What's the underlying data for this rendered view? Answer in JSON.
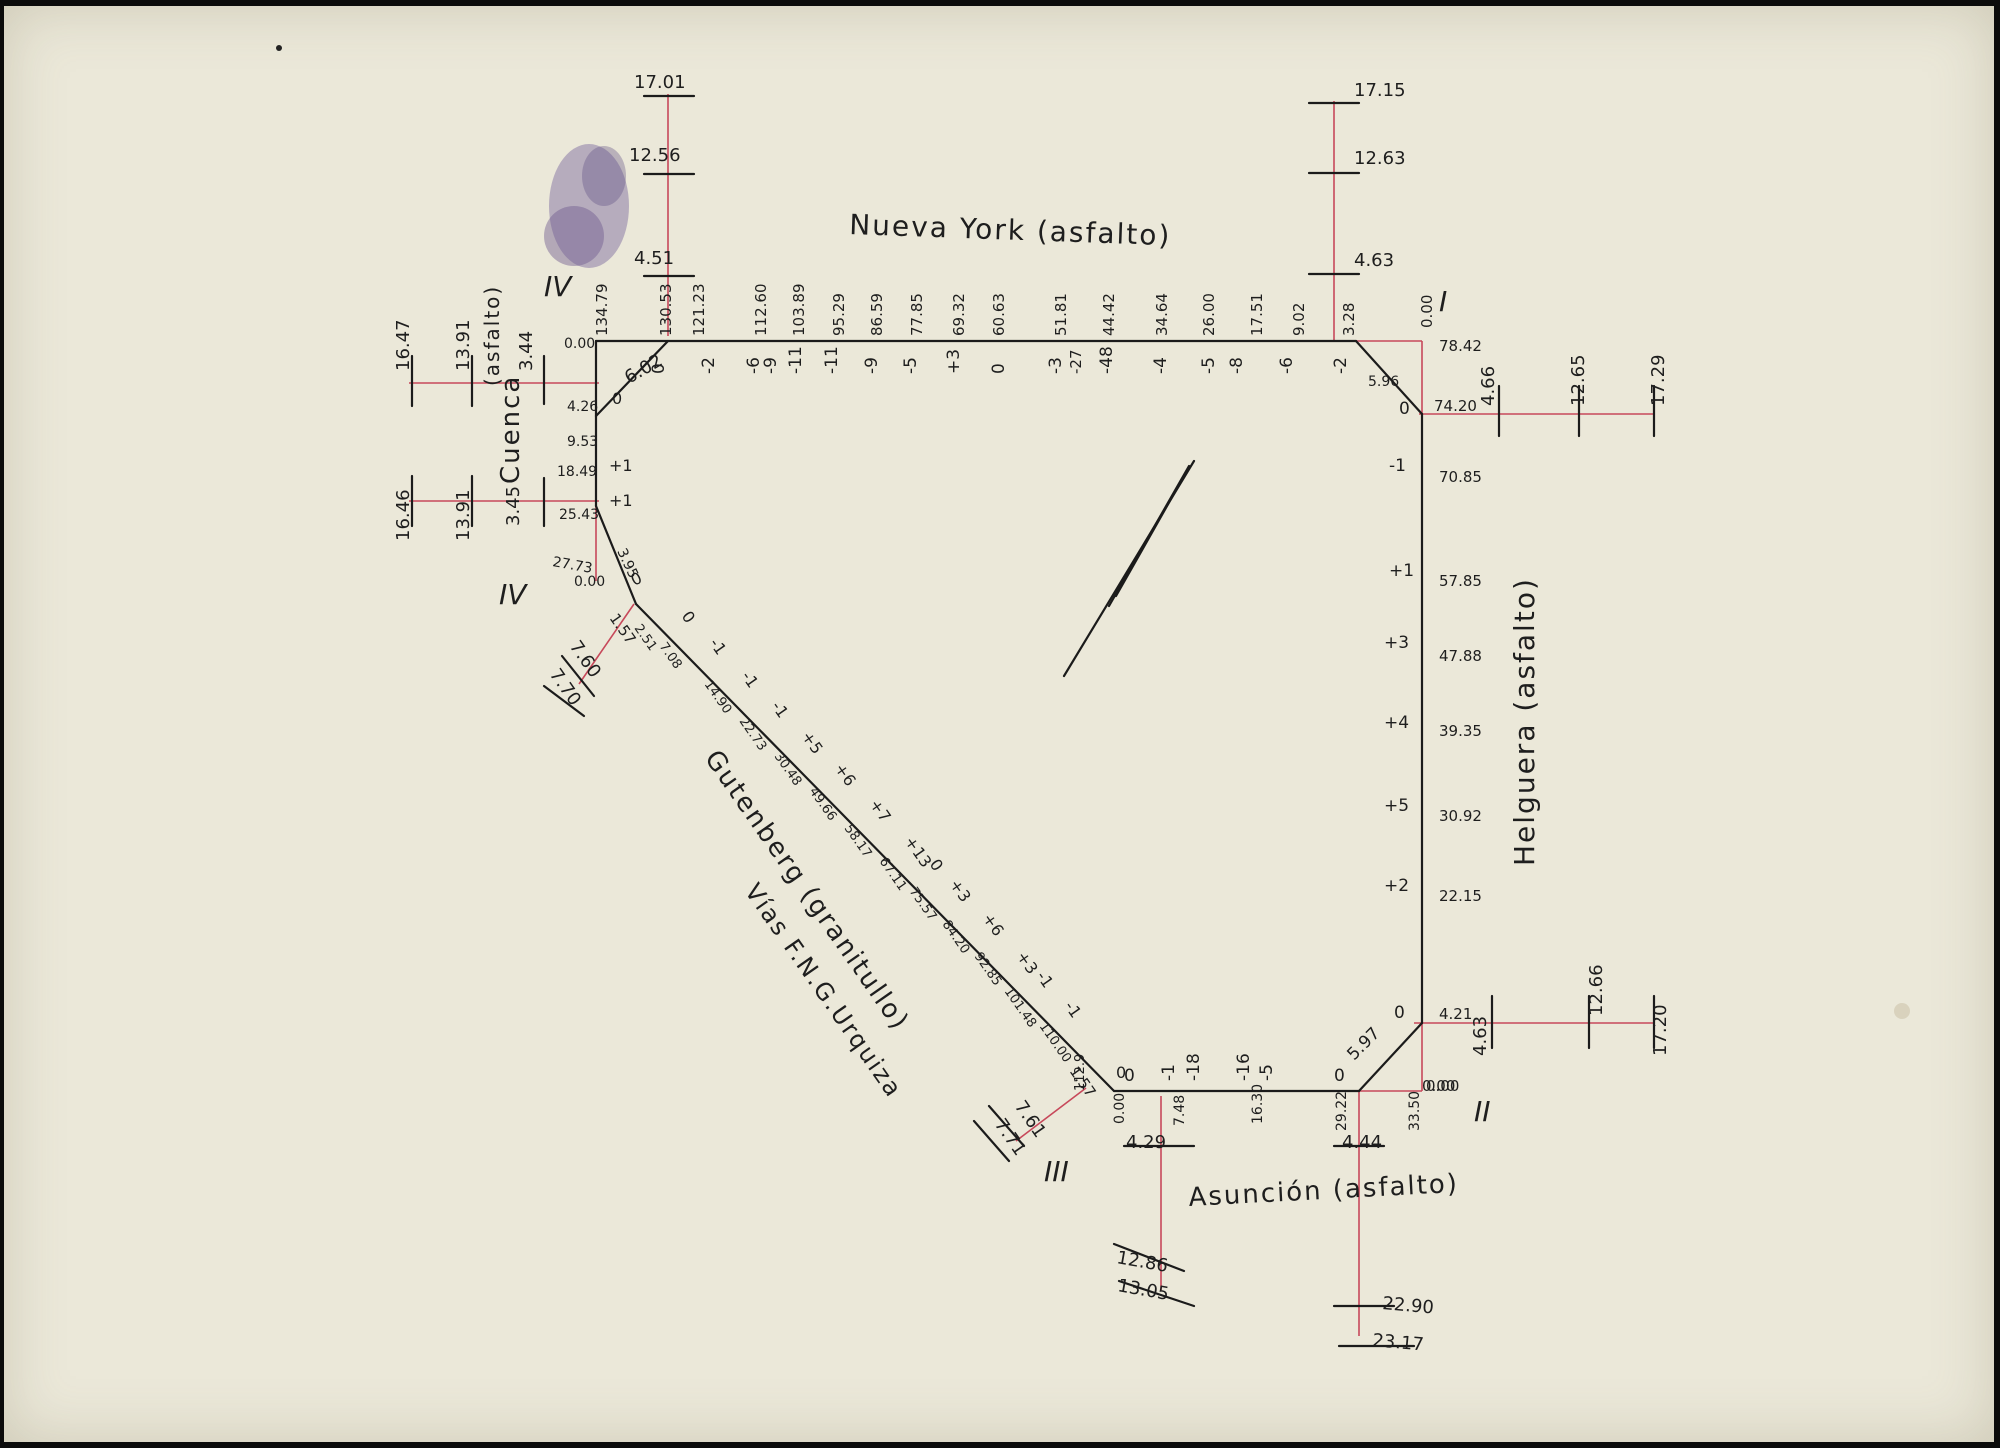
{
  "streets": {
    "nueva_york": "Nueva York (asfalto)",
    "helguera": "Helguera (asfalto)",
    "asuncion": "Asunción (asfalto)",
    "cuenca": "Cuenca (asfalto)",
    "cuenca_name": "Cuenca",
    "cuenca_surface": "(asfalto)",
    "gutenberg": "Gutenberg (granitullo)",
    "vias": "Vías F.N.G.Urquiza"
  },
  "corners": {
    "I": "I",
    "II": "II",
    "III": "III",
    "IV": "IV",
    "IV_alt": "IV"
  },
  "nueva_york": {
    "chainage": [
      "134.79",
      "130.53",
      "121.23",
      "112.60",
      "103.89",
      "95.29",
      "86.59",
      "77.85",
      "69.32",
      "60.63",
      "51.81",
      "44.42",
      "34.64",
      "26.00",
      "17.51",
      "9.02",
      "3.28",
      "0.00"
    ],
    "grades": [
      "0",
      "-2",
      "-6",
      "-9",
      "-11",
      "-11",
      "-9",
      "-5",
      "+3",
      "0",
      "-3",
      "-27",
      "-48",
      "-4",
      "-5",
      "-8",
      "-6",
      "-2"
    ],
    "cross_top_left": [
      "17.01",
      "12.56",
      "4.51"
    ],
    "cross_top_right": [
      "17.15",
      "12.63",
      "4.63"
    ],
    "diag_left": "6.02",
    "diag_right": "5.96"
  },
  "helguera": {
    "chainage": [
      "78.42",
      "74.20",
      "70.85",
      "57.85",
      "47.88",
      "39.35",
      "30.92",
      "22.15",
      "4.21",
      "0.00"
    ],
    "grades": [
      "0",
      "-1",
      "+1",
      "+3",
      "+4",
      "+5",
      "+2",
      "0"
    ],
    "cross_top": [
      "4.66",
      "12.65",
      "17.29"
    ],
    "cross_bottom": [
      "4.63",
      "12.66",
      "17.20"
    ]
  },
  "asuncion": {
    "chainage": [
      "0.00",
      "7.48",
      "16.30",
      "29.22",
      "33.50"
    ],
    "grades": [
      "0",
      "-1",
      "-18",
      "-16",
      "-5",
      "0"
    ],
    "cross_left": [
      "4.29",
      "12.86",
      "13.05"
    ],
    "cross_right": [
      "4.44",
      "22.90",
      "23.17"
    ],
    "diag": "5.97",
    "corner_val": "0.00"
  },
  "cuenca": {
    "chainage": [
      "0.00",
      "4.26",
      "9.53",
      "18.49",
      "25.43",
      "27.73",
      "0.00"
    ],
    "grades": [
      "0",
      "+1",
      "+1"
    ],
    "cross_top": [
      "3.44",
      "13.91",
      "16.47"
    ],
    "cross_bottom": [
      "3.45",
      "13.91",
      "16.46"
    ],
    "diag": "3.95",
    "diag_grade": "0"
  },
  "gutenberg": {
    "chainage": [
      "2.51",
      "7.08",
      "14.90",
      "22.73",
      "30.48",
      "49.66",
      "58.17",
      "67.11",
      "75.57",
      "84.20",
      "92.85",
      "101.48",
      "110.00",
      "112.9"
    ],
    "grades": [
      "0",
      "-1",
      "-1",
      "-1",
      "+5",
      "+6",
      "+7",
      "+13",
      "0",
      "+3",
      "+6",
      "+3",
      "-1",
      "-1",
      "0"
    ],
    "start_val": "1.57",
    "end_val": "1.57",
    "cross_start": [
      "7.60",
      "7.70"
    ],
    "cross_end": [
      "7.61",
      "7.71"
    ]
  }
}
